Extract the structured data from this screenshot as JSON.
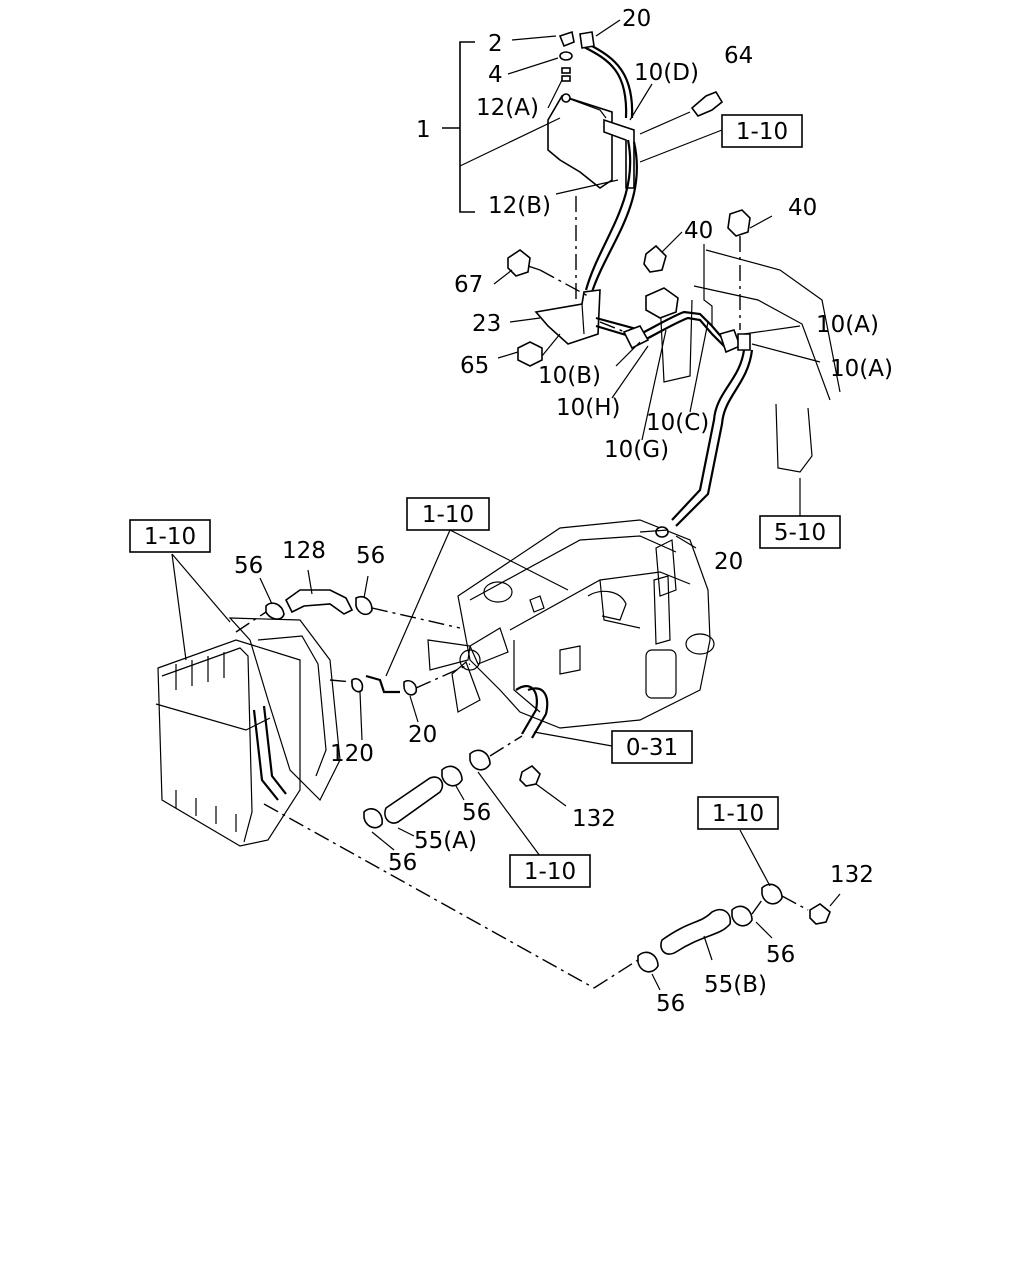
{
  "parts": {
    "p1": "1",
    "p2": "2",
    "p4": "4",
    "p12a": "12(A)",
    "p12b": "12(B)",
    "p20_top": "20",
    "p10d": "10(D)",
    "p64": "64",
    "p40_left": "40",
    "p40_right": "40",
    "p67": "67",
    "p23": "23",
    "p65": "65",
    "p10a_1": "10(A)",
    "p10a_2": "10(A)",
    "p10b": "10(B)",
    "p10h": "10(H)",
    "p10c": "10(C)",
    "p10g": "10(G)",
    "p20_right": "20",
    "p56_a": "56",
    "p128": "128",
    "p56_b": "56",
    "p120": "120",
    "p20_mid": "20",
    "p56_c": "56",
    "p55a": "55(A)",
    "p56_d": "56",
    "p132_a": "132",
    "p132_b": "132",
    "p56_e": "56",
    "p55b": "55(B)",
    "p56_f": "56"
  },
  "refs": {
    "r1": "1-10",
    "r2": "5-10",
    "r3": "1-10",
    "r4": "1-10",
    "r5": "0-31",
    "r6": "1-10",
    "r7": "1-10"
  }
}
